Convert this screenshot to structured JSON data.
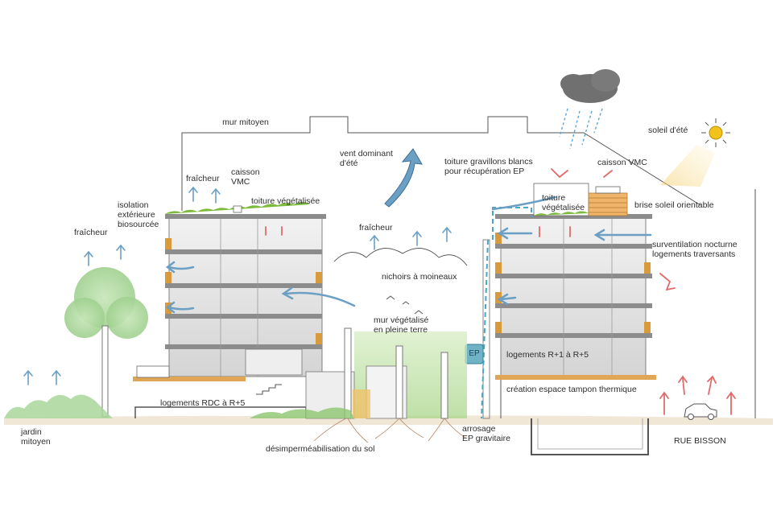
{
  "labels": {
    "mur_mitoyen": "mur mitoyen",
    "vent_dominant": "vent dominant\nd'été",
    "toiture_gravillons": "toiture gravillons blancs\npour récupération EP",
    "caisson_vmc_right": "caisson VMC",
    "soleil_ete": "soleil d'été",
    "fraicheur_left_bldg": "fraîcheur",
    "caisson_vmc_left": "caisson\nVMC",
    "toiture_vegetalisee_left": "toiture végétalisée",
    "isolation": "isolation\nextérieure\nbiosourcée",
    "fraicheur_tree": "fraîcheur",
    "fraicheur_center": "fraîcheur",
    "toiture_vegetalisee_right": "toiture\nvégétalisée",
    "brise_soleil": "brise soleil orientable",
    "surventilation": "surventilation nocturne\nlogements traversants",
    "nichoirs": "nichoirs à moineaux",
    "mur_vegetalise": "mur végétalisé\nen pleine terre",
    "ep_tank": "EP",
    "logements_right": "logements R+1 à R+5",
    "creation_espace": "création espace tampon thermique",
    "logements_left": "logements RDC à R+5",
    "jardin_mitoyen": "jardin\nmitoyen",
    "arrosage": "arrosage\nEP gravitaire",
    "desimpermeabilisation": "désimperméabilisation du sol",
    "rue_bisson": "RUE BISSON"
  },
  "colors": {
    "ink": "#3a3a3a",
    "slab": "#8a8a8a",
    "facade": "#d9d9d9",
    "vegetation": "#7dbb3c",
    "tree_canopy": "#a9d59a",
    "cool_arrow": "#6b9fc4",
    "warm_arrow": "#e06b6b",
    "timber": "#d99a3c",
    "rain": "#5ba6d6",
    "sun": "#f2c31b",
    "cloud": "#707070",
    "water_dash": "#4aa6c9"
  }
}
